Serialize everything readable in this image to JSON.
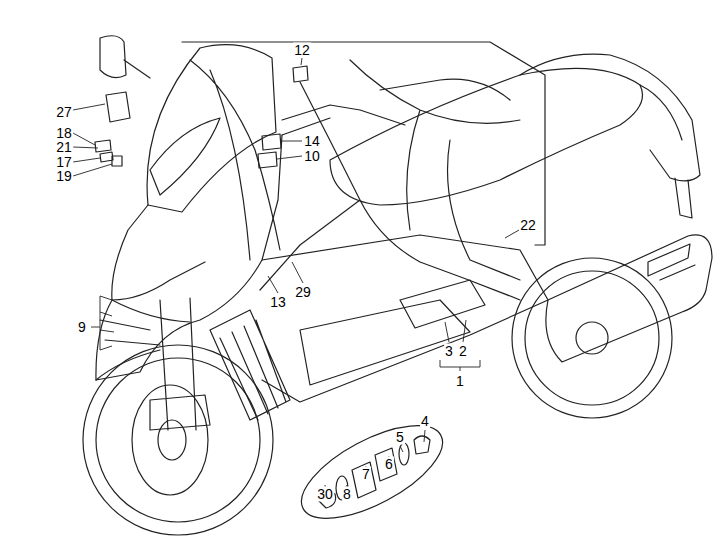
{
  "diagram": {
    "labels": [
      "12",
      "27",
      "18",
      "21",
      "17",
      "19",
      "14",
      "10",
      "22",
      "9",
      "13",
      "29",
      "3",
      "2",
      "1",
      "4",
      "5",
      "6",
      "7",
      "8",
      "30"
    ]
  }
}
